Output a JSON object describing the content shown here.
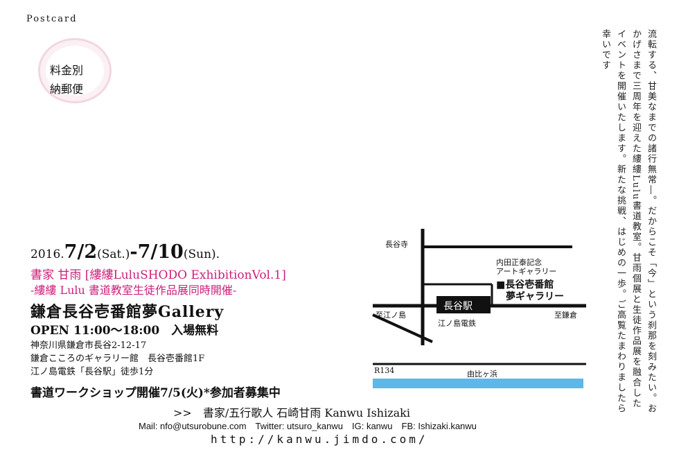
{
  "postcard_label": "Postcard",
  "stamp": {
    "line1": "料金別",
    "line2": "納郵便"
  },
  "vertical_text": "流転する、甘美なまでの諸行無常―。だからこそ「今」という刹那を刻みたい。おかげさまで三周年を迎えた縷縷Lulu書道教室。甘雨個展と生徒作品展を融合したイベントを開催いたします。新たな挑戦、はじめの一歩。ご高覧たまわりましたら幸いです",
  "event": {
    "year": "2016.",
    "start_date": "7/2",
    "start_day": "(Sat.)",
    "separator": "-",
    "end_date": "7/10",
    "end_day": "(Sun).",
    "title": "書家 甘雨 [縷縷LuluSHODO ExhibitionVol.1]",
    "subtitle": "-縷縷 Lulu 書道教室生徒作品展同時開催-",
    "gallery": "鎌倉長谷壱番館夢Gallery",
    "hours": "OPEN 11:00～18:00　入場無料",
    "address_1": "神奈川県鎌倉市長谷2-12-17",
    "address_2": "鎌倉こころのギャラリー館　長谷壱番館1F",
    "address_3": "江ノ島電鉄「長谷駅」徒歩1分",
    "workshop": "書道ワークショップ開催7/5(火)*参加者募集中"
  },
  "footer": {
    "artist": ">>　書家/五行歌人 石崎甘雨 Kanwu Ishizaki",
    "contact": "Mail: nfo@utsurobune.com　Twitter: utsuro_kanwu　IG: kanwu　FB: Ishizaki.kanwu",
    "url": "http://kanwu.jimdo.com/"
  },
  "map": {
    "hasedera": "長谷寺",
    "memorial_1": "内田正泰記念",
    "memorial_2": "アートギャラリー",
    "gallery_1": "■長谷壱番館",
    "gallery_2": "夢ギャラリー",
    "station": "長谷駅",
    "to_enoshima": "至江ノ島",
    "enoden": "江ノ島電鉄",
    "to_kamakura": "至鎌倉",
    "road": "R134",
    "beach": "由比ヶ浜",
    "sea_color": "#5bb8e8"
  },
  "colors": {
    "accent": "#cc1f7a",
    "stamp": "#f3d6df"
  }
}
